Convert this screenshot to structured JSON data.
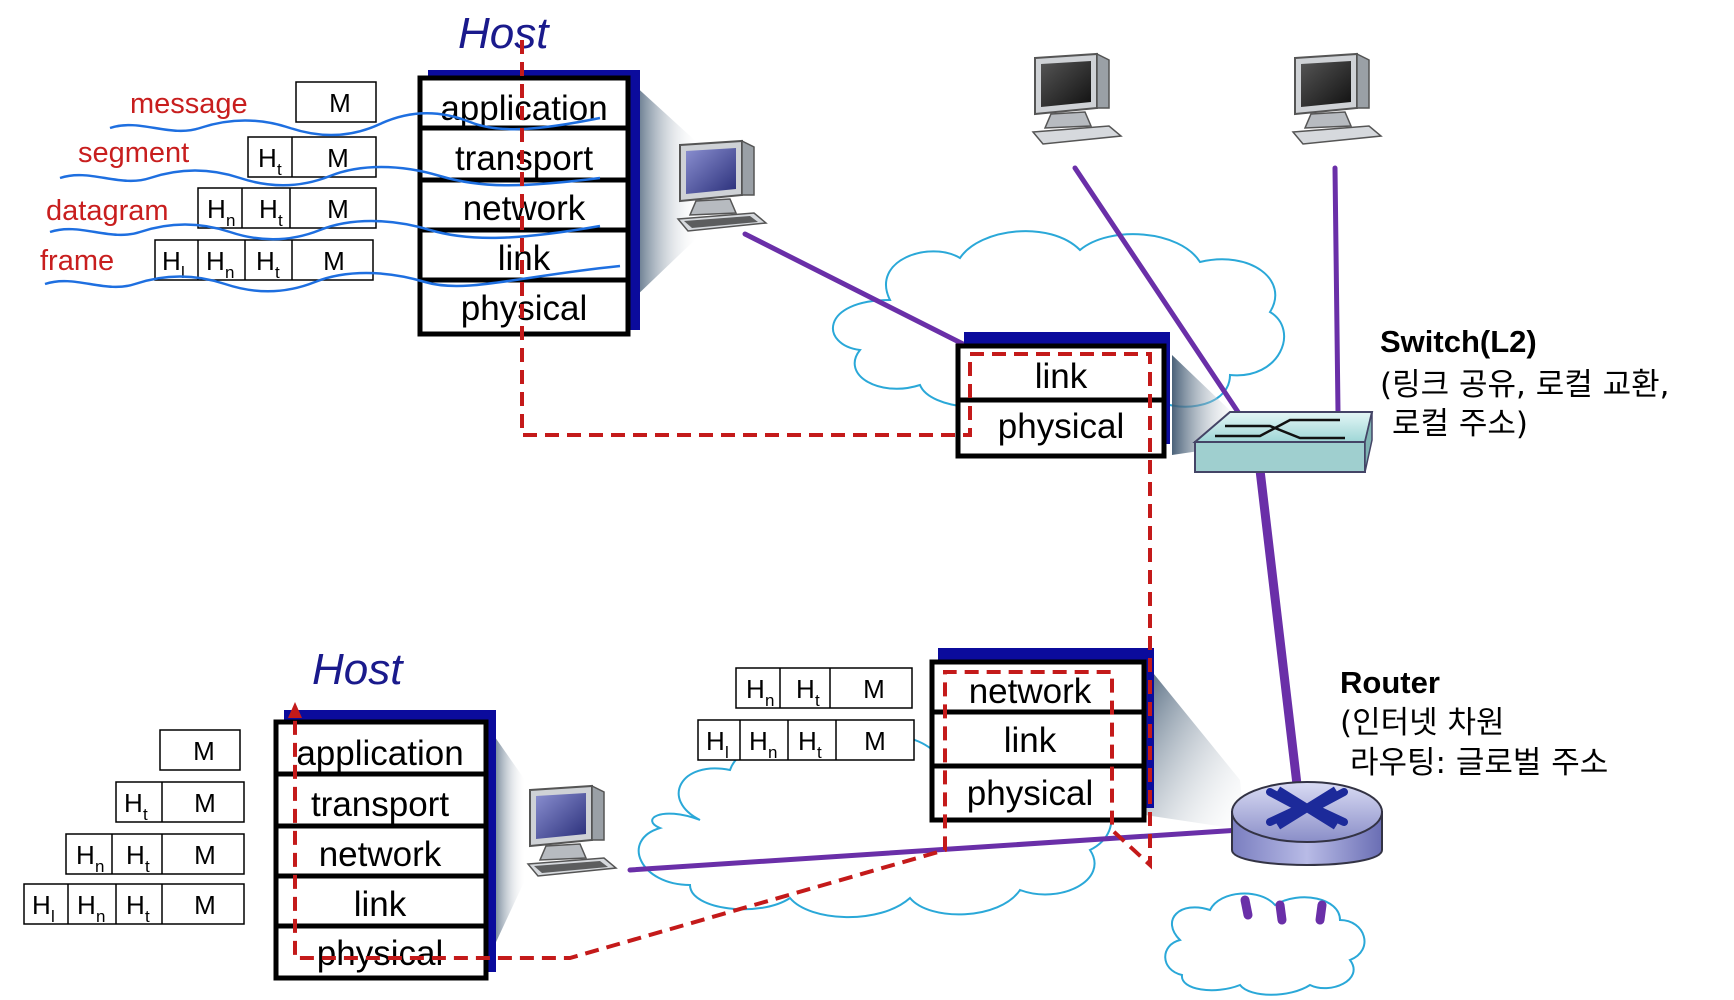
{
  "host_top": {
    "title": "Host",
    "layers": [
      "application",
      "transport",
      "network",
      "link",
      "physical"
    ]
  },
  "pdu_labels": [
    "message",
    "segment",
    "datagram",
    "frame"
  ],
  "headers": {
    "message": "M",
    "transport": "H",
    "transport_sub": "t",
    "network": "H",
    "network_sub": "n",
    "link": "H",
    "link_sub": "l"
  },
  "switch_stack": {
    "layers": [
      "link",
      "physical"
    ]
  },
  "switch": {
    "title": "Switch(L2)",
    "desc_lines": [
      "(링크 공유, 로컬 교환,",
      "로컬 주소)"
    ]
  },
  "router_stack": {
    "layers": [
      "network",
      "link",
      "physical"
    ]
  },
  "router": {
    "title": "Router",
    "desc_lines": [
      "(인터넷 차원",
      "라우팅: 글로벌 주소"
    ]
  },
  "host_bottom": {
    "title": "Host",
    "layers": [
      "application",
      "transport",
      "network",
      "link",
      "physical"
    ]
  },
  "colors": {
    "pdu_label": "#c81e1e",
    "host_title": "#1a1a8c",
    "path_dash": "#c41a1a",
    "link_line": "#6a2fa8",
    "cloud": "#2aa8d8",
    "stack_shadow": "#0b0b9c",
    "wave": "#1e6fe0"
  },
  "icons": [
    "computer-icon",
    "switch-icon",
    "router-icon",
    "cloud-icon"
  ]
}
